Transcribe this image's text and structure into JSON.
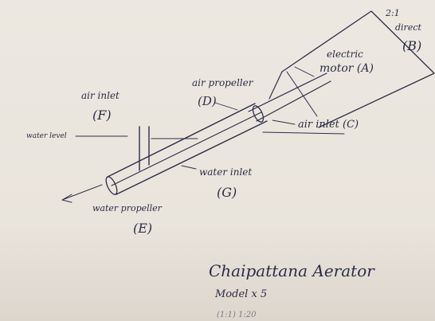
{
  "labels": {
    "electric_motor": "electric motor (A)",
    "electric_motor_l1": "electric",
    "electric_motor_l2": "motor (A)",
    "dir_top": "2:1",
    "dir_text": "direct",
    "dir_letter": "(B)",
    "air_propeller": "air propeller",
    "air_propeller_letter": "(D)",
    "air_inlet_c": "air inlet (C)",
    "air_inlet_f": "air inlet",
    "air_inlet_f_letter": "(F)",
    "water_level": "water level",
    "water_inlet": "water inlet",
    "water_inlet_letter": "(G)",
    "water_propeller": "water propeller",
    "water_propeller_letter": "(E)"
  },
  "caption": {
    "title": "Chaipattana Aerator",
    "model": "Model x 5",
    "bottom": "(1:1) 1:20"
  },
  "colors": {
    "ink": "#2e2e48",
    "paper": "#ece8e1"
  }
}
